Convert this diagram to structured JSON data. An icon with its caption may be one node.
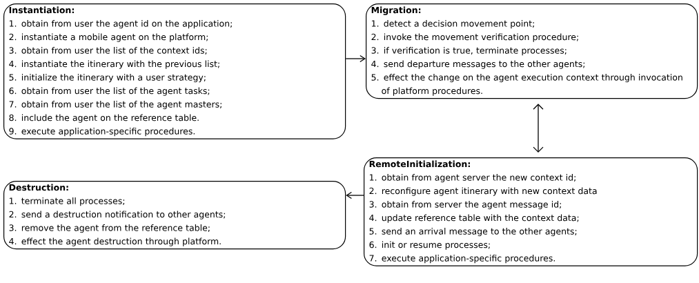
{
  "diagram": {
    "nodes": [
      {
        "text": [
          "Instantiation:",
          "1. obtain from user the agent id on the application;",
          "2. instantiate a mobile agent on the platform;",
          "3. obtain from user the list of the context ids;",
          "4. instantiate the itinerary with the previous list;",
          "5. initialize the itinerary with a user strategy;",
          "6. obtain from user the list of the agent tasks;",
          "7. obtain from user the list of the agent masters;",
          "8. include the agent on the reference table.",
          "9. execute application-specific procedures."
        ]
      },
      {
        "text": [
          "Migration:",
          "1. detect a decision movement point;",
          "2. invoke the movement verification procedure;",
          "3. if verification is true, terminate processes;",
          "4. send departure messages to the other agents;",
          "5. effect the change on the agent execution context through invocation of platform procedures."
        ]
      },
      {
        "text": [
          "RemoteInitialization:",
          "1. obtain from agent server the new context id;",
          "2. reconfigure agent itinerary with new context data",
          "3. obtain from server the agent message id;",
          "4. update reference table with the context data;",
          "5. send an arrival message to the other agents;",
          "6. init or resume processes;",
          "7. execute application-specific procedures."
        ]
      },
      {
        "text": [
          "Destruction:",
          "1. terminate all processes;",
          "2. send a destruction notification to other agents;",
          "3. remove the agent from the reference table;",
          "4. effect the agent destruction through platform."
        ]
      }
    ],
    "edges": [
      {
        "from": 0,
        "to": 1,
        "arrow": "to"
      },
      {
        "from": 1,
        "to": 2,
        "arrow": "both"
      },
      {
        "from": 2,
        "to": 3,
        "arrow": "to"
      }
    ]
  }
}
